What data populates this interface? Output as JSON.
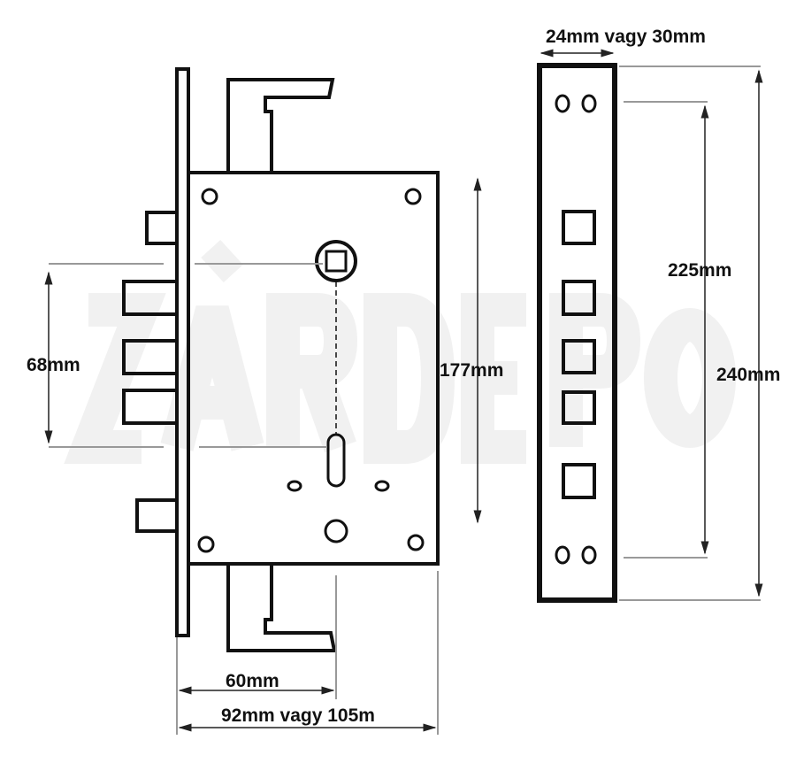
{
  "watermark": "ZÁRDEPO",
  "labels": {
    "strike_width": "24mm vagy 30mm",
    "strike_hole_spacing": "225mm",
    "strike_length": "240mm",
    "body_height": "177mm",
    "spindle_to_cylinder": "68mm",
    "backset": "60mm",
    "body_width": "92mm vagy 105m"
  },
  "colors": {
    "line": "#111111",
    "dimension": "#222222",
    "guide": "#999999"
  }
}
